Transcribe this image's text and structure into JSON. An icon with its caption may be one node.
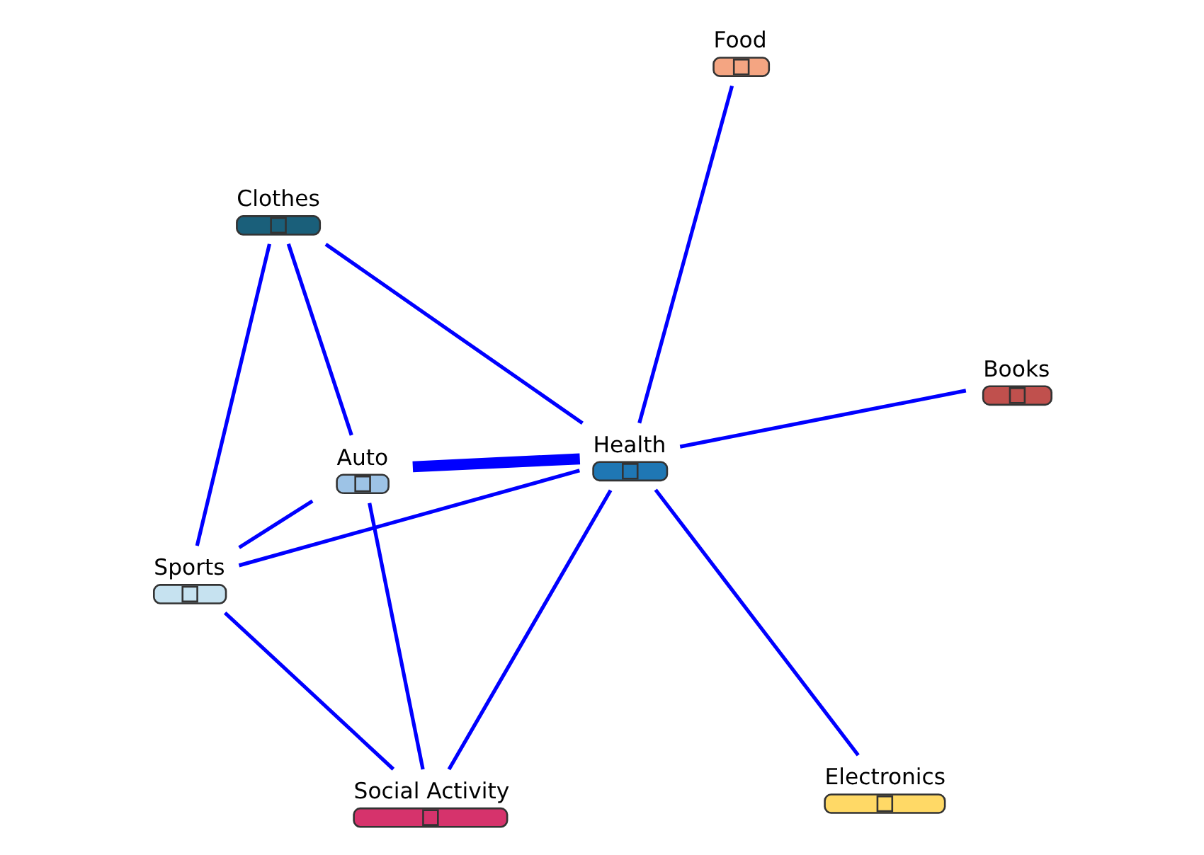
{
  "diagram": {
    "nodes": [
      {
        "text": [
          "Clothes"
        ]
      },
      {
        "text": [
          "Books"
        ]
      },
      {
        "text": [
          "Electronics"
        ]
      },
      {
        "text": [
          "Auto"
        ]
      },
      {
        "text": [
          "Food"
        ]
      },
      {
        "text": [
          "Health"
        ]
      },
      {
        "text": [
          "Sports"
        ]
      },
      {
        "text": [
          "Social Activity"
        ]
      }
    ],
    "edges": [
      {
        "from": 0,
        "to": 5,
        "arrow": "none"
      },
      {
        "from": 0,
        "to": 6,
        "arrow": "none"
      },
      {
        "from": 0,
        "to": 3,
        "arrow": "none"
      },
      {
        "from": 1,
        "to": 5,
        "arrow": "none"
      },
      {
        "from": 2,
        "to": 5,
        "arrow": "none"
      },
      {
        "from": 4,
        "to": 5,
        "arrow": "none"
      },
      {
        "from": 5,
        "to": 3,
        "arrow": "none",
        "style": "thick"
      },
      {
        "from": 5,
        "to": 6,
        "arrow": "none"
      },
      {
        "from": 5,
        "to": 7,
        "arrow": "none"
      },
      {
        "from": 3,
        "to": 6,
        "arrow": "none"
      },
      {
        "from": 3,
        "to": 7,
        "arrow": "none"
      },
      {
        "from": 6,
        "to": 7,
        "arrow": "none"
      }
    ]
  }
}
